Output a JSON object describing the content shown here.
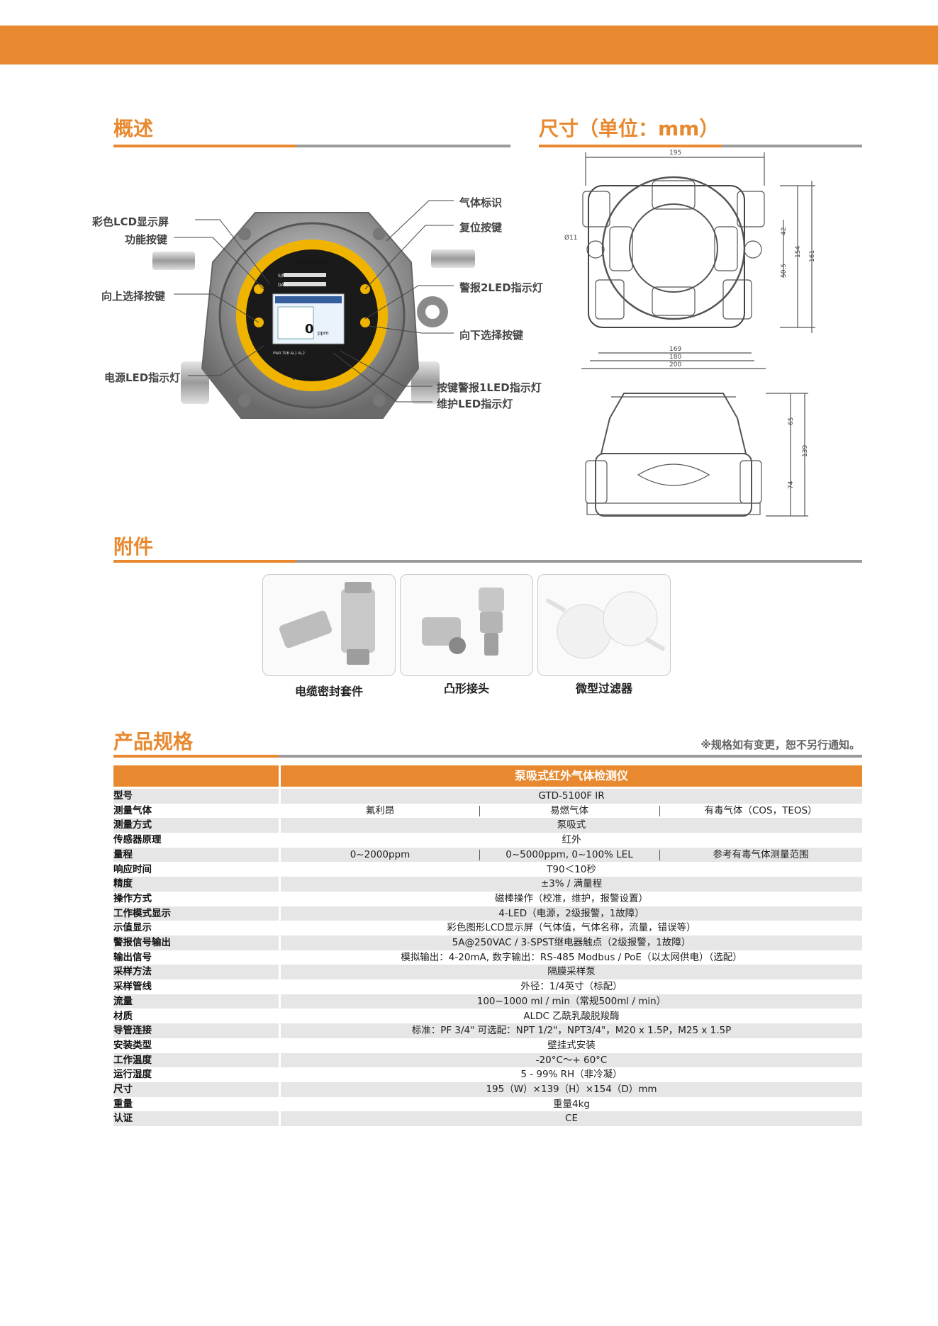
{
  "sections": {
    "overview": "概述",
    "dimensions": "尺寸（单位：mm）",
    "accessories": "附件",
    "specs": "产品规格"
  },
  "callouts": {
    "lcd": "彩色LCD显示屏",
    "func_key": "功能按键",
    "up_key": "向上选择按键",
    "power_led": "电源LED指示灯",
    "gas_label": "气体标识",
    "reset_key": "复位按键",
    "alarm2_led": "警报2LED指示灯",
    "down_key": "向下选择按键",
    "alarm1_led": "按键警报1LED指示灯",
    "maint_led": "维护LED指示灯"
  },
  "device_screen": {
    "brand": "GAS DETECTOR",
    "sn": "S/N",
    "date": "DATE",
    "reading": "0",
    "unit": "ppm",
    "model_plate": "GTD-5100F IR",
    "bottom_labels": [
      "PWR",
      "TRB",
      "AL1",
      "AL2"
    ]
  },
  "dimensions": {
    "top_width": "195",
    "d42": "42",
    "d154": "154",
    "d161": "161",
    "d505": "50.5",
    "hole": "Ø11",
    "w169": "169",
    "w180": "180",
    "w200": "200",
    "h65": "65",
    "h139": "139",
    "h74": "74"
  },
  "accessories": [
    {
      "label": "电缆密封套件"
    },
    {
      "label": "凸形接头"
    },
    {
      "label": "微型过滤器"
    }
  ],
  "note": "※规格如有变更，恕不另行通知。",
  "spec_table": {
    "title": "泵吸式红外气体检测仪",
    "rows": [
      {
        "label": "型号",
        "value": "GTD-5100F IR"
      },
      {
        "label": "测量气体",
        "cells": [
          "氟利昂",
          "易燃气体",
          "有毒气体（COS，TEOS）"
        ]
      },
      {
        "label": "测量方式",
        "value": "泵吸式"
      },
      {
        "label": "传感器原理",
        "value": "红外"
      },
      {
        "label": "量程",
        "cells": [
          "0~2000ppm",
          "0~5000ppm, 0~100% LEL",
          "参考有毒气体测量范围"
        ]
      },
      {
        "label": "响应时间",
        "value": "T90＜10秒"
      },
      {
        "label": "精度",
        "value": "±3% / 满量程"
      },
      {
        "label": "操作方式",
        "value": "磁棒操作（校准，维护，报警设置）"
      },
      {
        "label": "工作模式显示",
        "value": "4-LED（电源，2级报警，1故障）"
      },
      {
        "label": "示值显示",
        "value": "彩色图形LCD显示屏（气体值，气体名称，流量，错误等）"
      },
      {
        "label": "警报信号输出",
        "value": "5A@250VAC / 3-SPST继电器触点（2级报警，1故障）"
      },
      {
        "label": "输出信号",
        "value": "模拟输出：4-20mA, 数字输出：RS-485 Modbus / PoE（以太网供电）（选配）"
      },
      {
        "label": "采样方法",
        "value": "隔膜采样泵"
      },
      {
        "label": "采样管线",
        "value": "外径：1/4英寸（标配）"
      },
      {
        "label": "流量",
        "value": "100~1000 ml / min（常规500ml / min）"
      },
      {
        "label": "材质",
        "value": "ALDC 乙酰乳酸脱羧酶"
      },
      {
        "label": "导管连接",
        "value": "标准：PF 3/4\"      可选配：NPT 1/2\"，NPT3/4\"，M20 x 1.5P，M25 x 1.5P"
      },
      {
        "label": "安装类型",
        "value": "壁挂式安装"
      },
      {
        "label": "工作温度",
        "value": "-20°C～+ 60°C"
      },
      {
        "label": "运行湿度",
        "value": "5 - 99% RH（非冷凝）"
      },
      {
        "label": "尺寸",
        "value": "195（W）×139（H）×154（D）mm"
      },
      {
        "label": "重量",
        "value": "重量4kg"
      },
      {
        "label": "认证",
        "value": "CE"
      }
    ]
  }
}
